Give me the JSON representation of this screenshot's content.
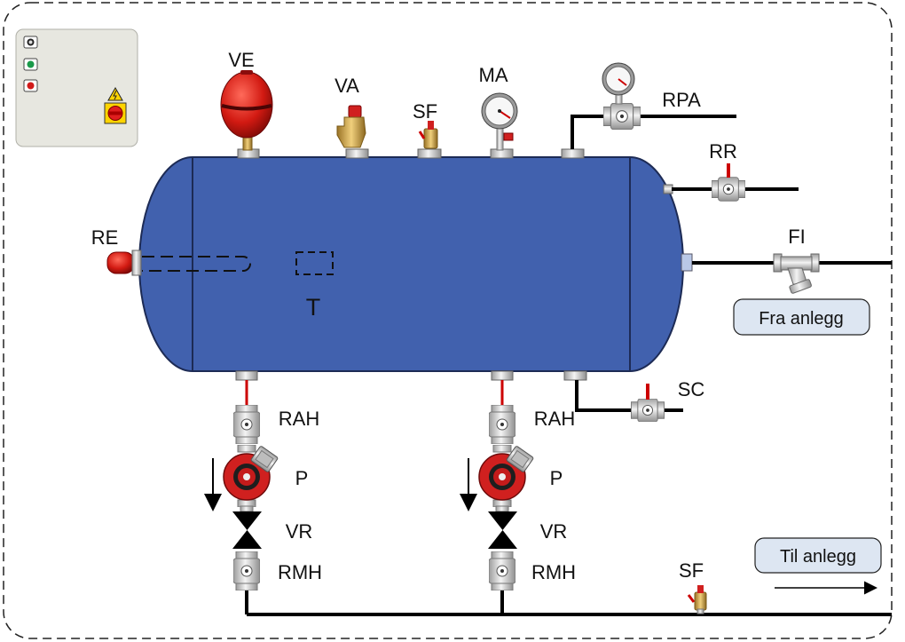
{
  "labels": {
    "ve": "VE",
    "va": "VA",
    "sf_top": "SF",
    "ma": "MA",
    "rpa": "RPA",
    "rr": "RR",
    "fi": "FI",
    "re": "RE",
    "t": "T",
    "rah_1": "RAH",
    "rah_2": "RAH",
    "p_1": "P",
    "p_2": "P",
    "vr_1": "VR",
    "vr_2": "VR",
    "rmh_1": "RMH",
    "rmh_2": "RMH",
    "sc": "SC",
    "sf_bottom": "SF"
  },
  "boxes": {
    "fra_anlegg": "Fra anlegg",
    "til_anlegg": "Til anlegg"
  },
  "colors": {
    "tank": "#4161ae",
    "tank_outline": "#1d2b55",
    "box_fill": "#dde6f2",
    "panel": "#e7e7e0"
  }
}
